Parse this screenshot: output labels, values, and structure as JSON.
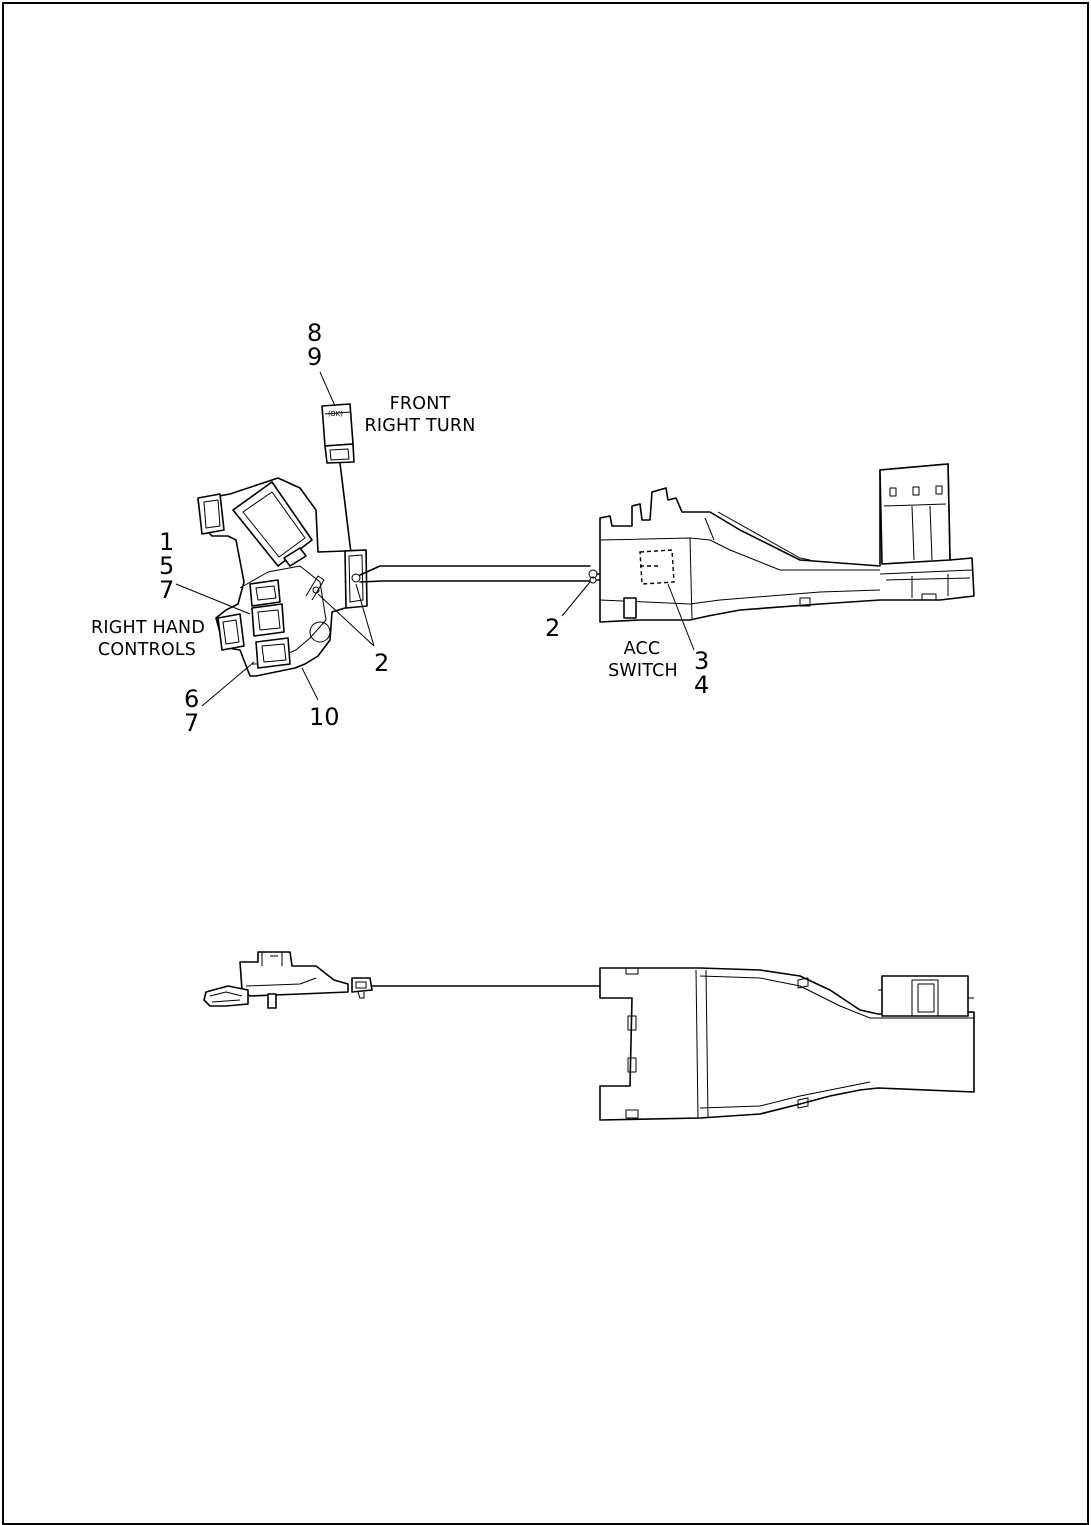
{
  "diagram": {
    "callouts": {
      "c8": "8",
      "c9": "9",
      "c1": "1",
      "c5": "5",
      "c7a": "7",
      "c6": "6",
      "c7b": "7",
      "c10": "10",
      "c2a": "2",
      "c2b": "2",
      "c3": "3",
      "c4": "4"
    },
    "captions": {
      "front_right_turn_line1": "FRONT",
      "front_right_turn_line2": "RIGHT TURN",
      "right_hand_controls_line1": "RIGHT HAND",
      "right_hand_controls_line2": "CONTROLS",
      "acc_switch_line1": "ACC",
      "acc_switch_line2": "SWITCH"
    },
    "connector_marking": "(BK)"
  }
}
